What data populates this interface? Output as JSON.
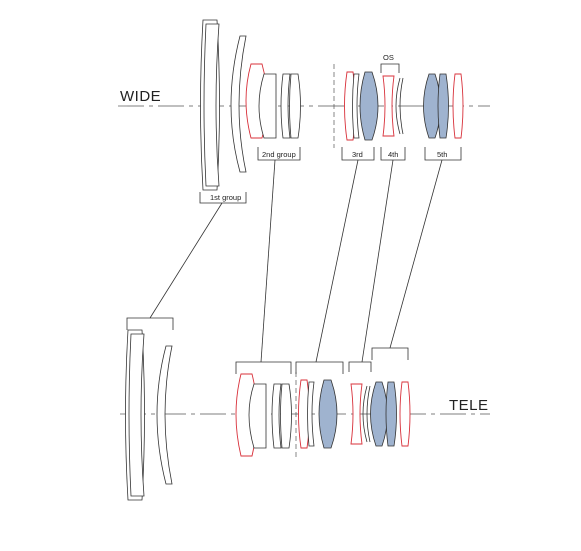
{
  "diagram": {
    "wide_label": "WIDE",
    "tele_label": "TELE",
    "groups": {
      "g1": "1st group",
      "g2": "2nd group",
      "g3": "3rd",
      "g4": "4th",
      "g5": "5th",
      "os": "OS"
    }
  },
  "colors": {
    "outline": "#333333",
    "special_glass": "#d8303a",
    "aspherical_fill": "#9fb3cf",
    "axis": "#555555"
  }
}
